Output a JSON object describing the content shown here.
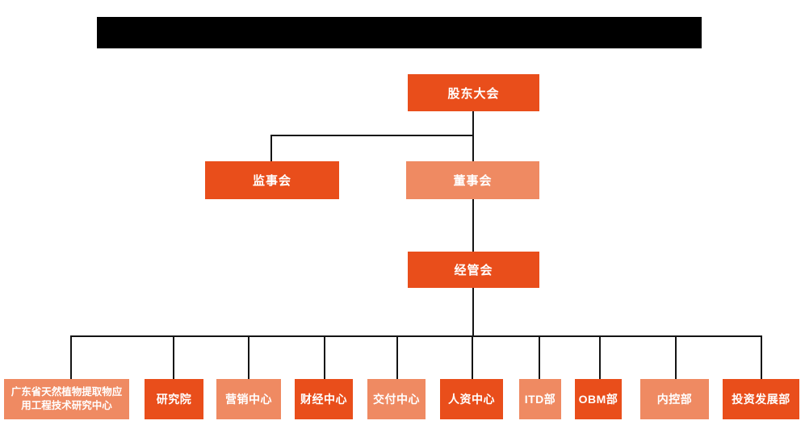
{
  "header": {
    "redacted_title": ""
  },
  "colors": {
    "dark_orange": "#E94E1B",
    "light_orange": "#EF8A62",
    "line": "#141414",
    "redaction": "#000000",
    "node_text": "#FFFFFF",
    "background": "#FFFFFF"
  },
  "chart": {
    "shareholders": {
      "label": "股东大会",
      "variant": "dark"
    },
    "supervisors": {
      "label": "监事会",
      "variant": "dark"
    },
    "directors": {
      "label": "董事会",
      "variant": "light"
    },
    "management": {
      "label": "经管会",
      "variant": "dark"
    },
    "departments": [
      {
        "label": "广东省天然植物提取物应用工程技术研究中心",
        "variant": "light"
      },
      {
        "label": "研究院",
        "variant": "dark"
      },
      {
        "label": "营销中心",
        "variant": "light"
      },
      {
        "label": "财经中心",
        "variant": "dark"
      },
      {
        "label": "交付中心",
        "variant": "light"
      },
      {
        "label": "人资中心",
        "variant": "dark"
      },
      {
        "label": "ITD部",
        "variant": "light"
      },
      {
        "label": "OBM部",
        "variant": "dark"
      },
      {
        "label": "内控部",
        "variant": "light"
      },
      {
        "label": "投资发展部",
        "variant": "dark"
      }
    ]
  },
  "hierarchy": {
    "root": "股东大会",
    "children_of_root": [
      "监事会",
      "董事会"
    ],
    "child_of_directors": "经管会",
    "children_of_management": [
      "广东省天然植物提取物应用工程技术研究中心",
      "研究院",
      "营销中心",
      "财经中心",
      "交付中心",
      "人资中心",
      "ITD部",
      "OBM部",
      "内控部",
      "投资发展部"
    ]
  }
}
